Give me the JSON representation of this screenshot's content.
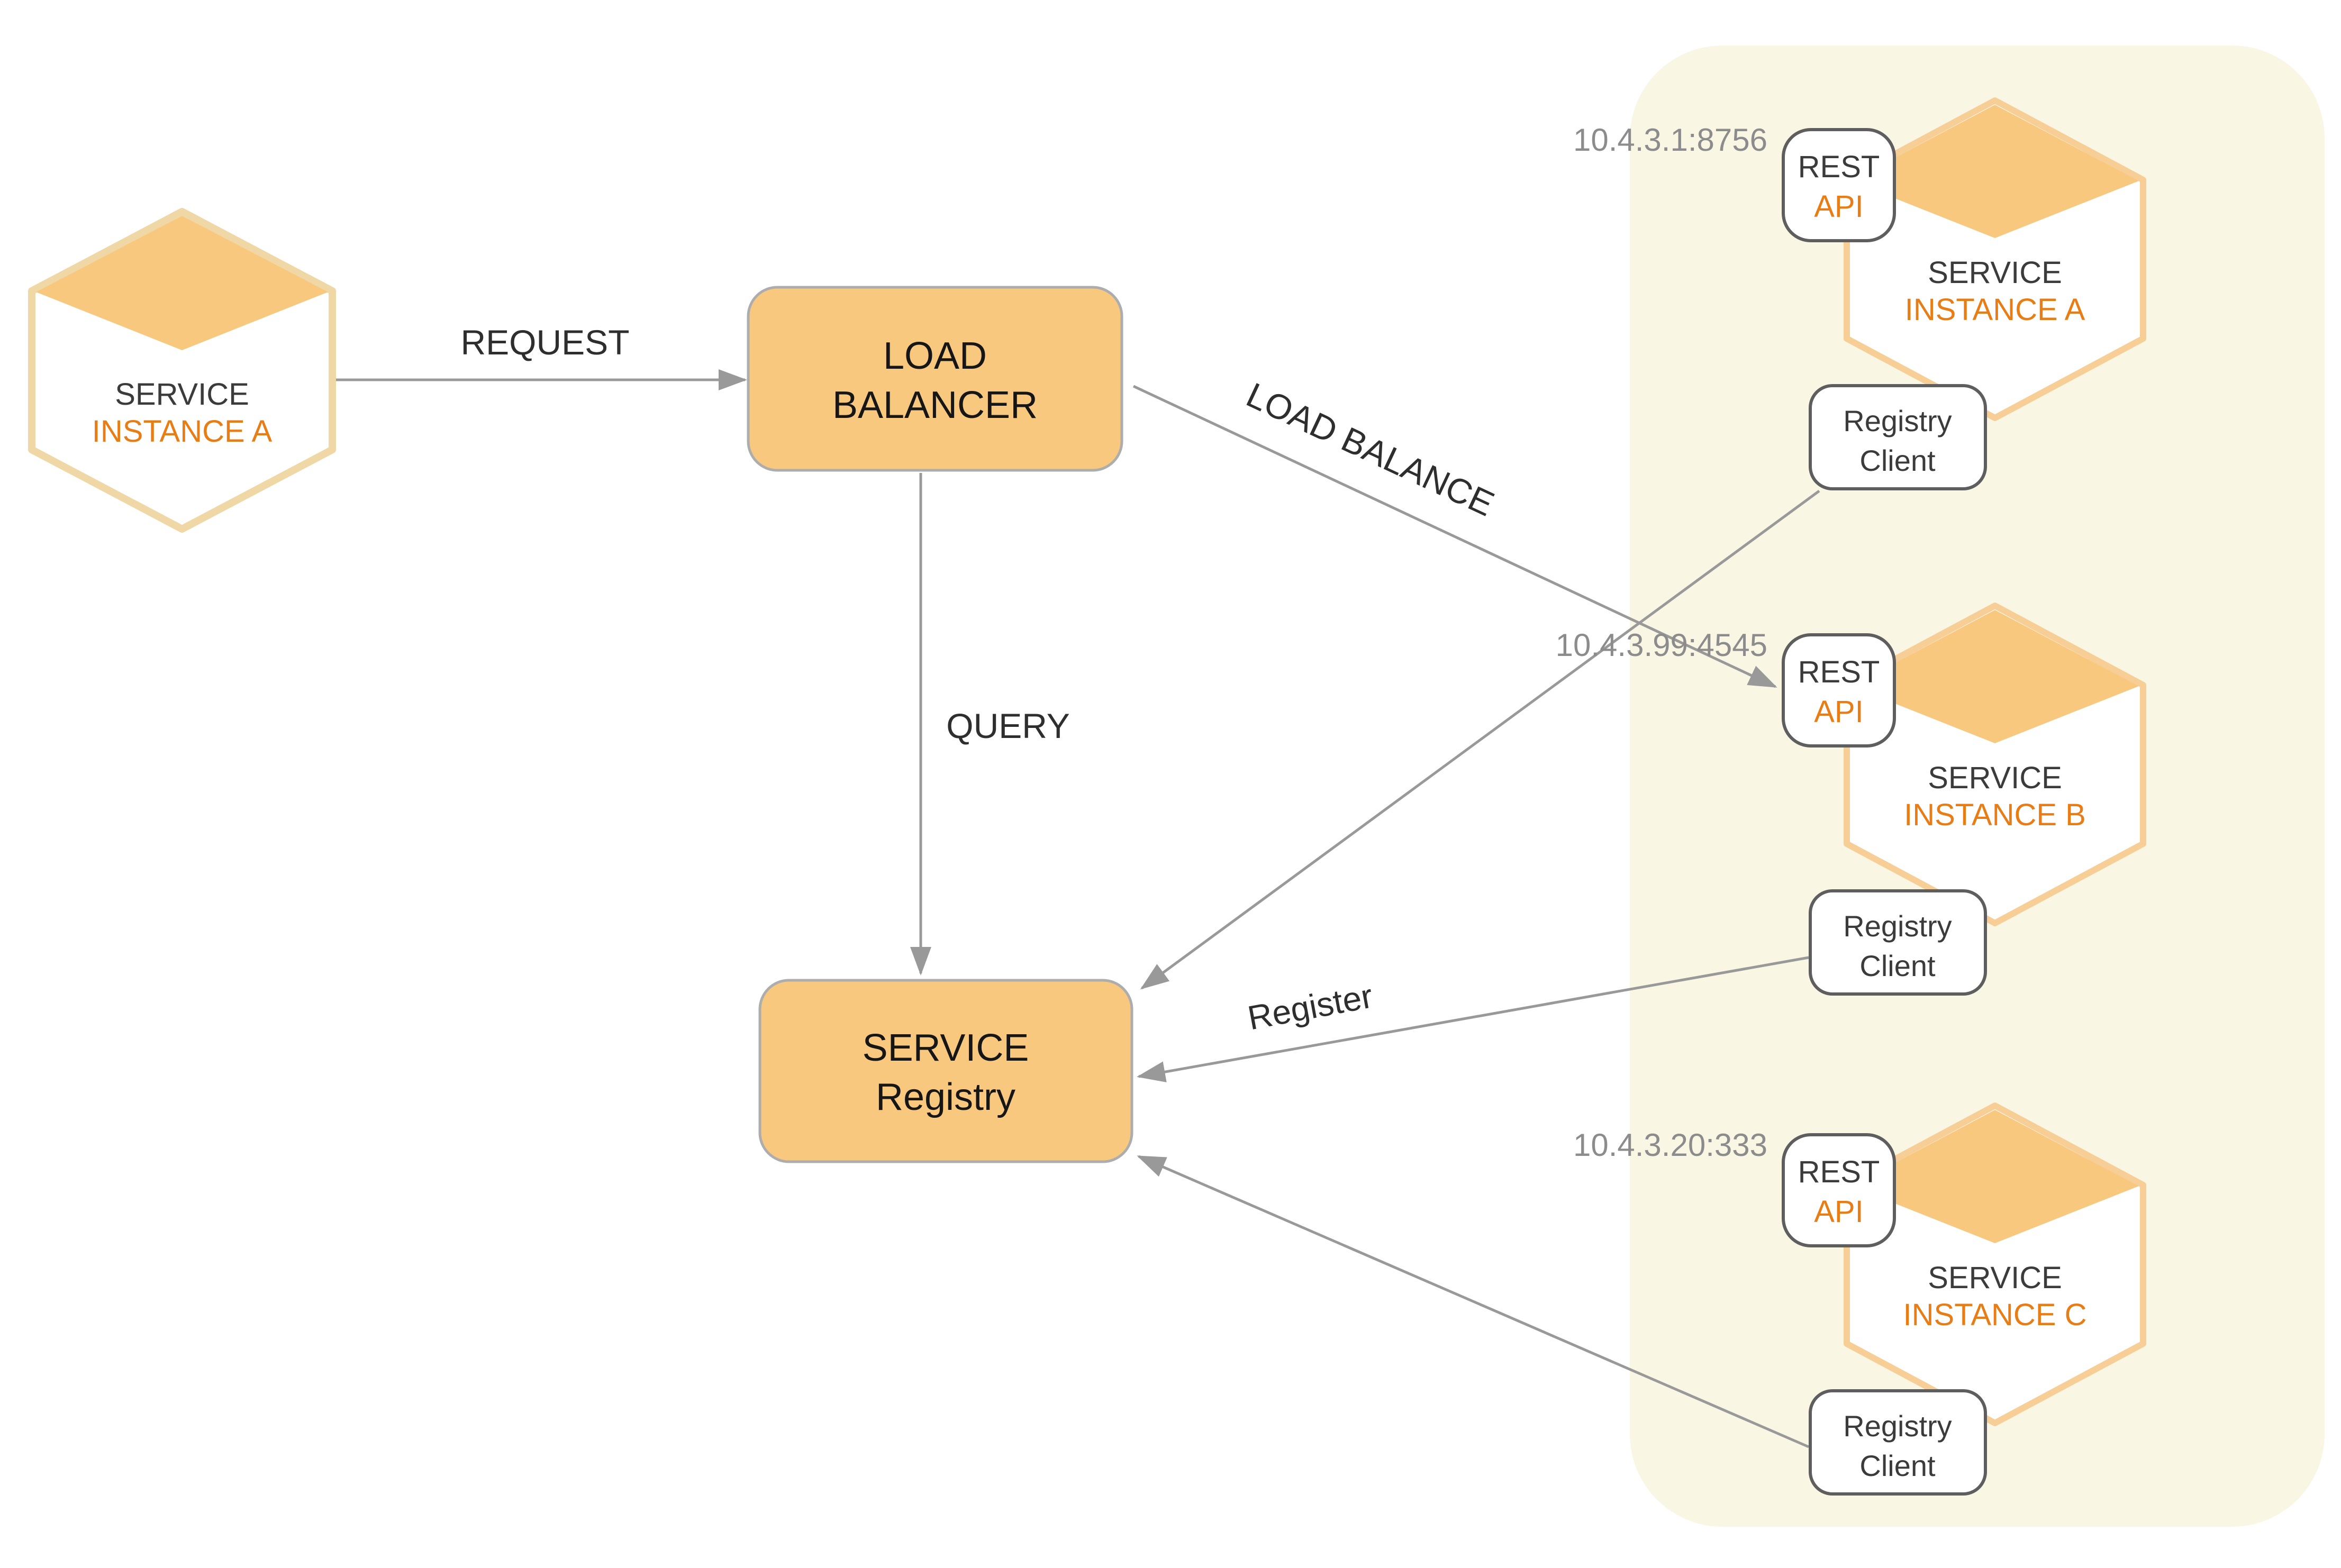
{
  "diagram": {
    "consumer": {
      "line1": "SERVICE",
      "line2": "INSTANCE A"
    },
    "load_balancer": {
      "line1": "LOAD",
      "line2": "BALANCER"
    },
    "service_registry": {
      "line1": "SERVICE",
      "line2": "Registry"
    },
    "edge_labels": {
      "request": "REQUEST",
      "query": "QUERY",
      "load_balance": "LOAD BALANCE",
      "register": "Register"
    },
    "instances": [
      {
        "ip": "10.4.3.1:8756",
        "service": "SERVICE",
        "instance": "INSTANCE A",
        "rest": "REST",
        "api": "API",
        "client1": "Registry",
        "client2": "Client"
      },
      {
        "ip": "10.4.3.99:4545",
        "service": "SERVICE",
        "instance": "INSTANCE B",
        "rest": "REST",
        "api": "API",
        "client1": "Registry",
        "client2": "Client"
      },
      {
        "ip": "10.4.3.20:333",
        "service": "SERVICE",
        "instance": "INSTANCE C",
        "rest": "REST",
        "api": "API",
        "client1": "Registry",
        "client2": "Client"
      }
    ],
    "colors": {
      "panel_bg": "#faf6e4",
      "node_orange": "#f9c87f",
      "hex_border_left": "#f0d8a6",
      "hex_border_instance": "#f6ce96",
      "big_box_border": "#adadad",
      "small_box_border": "#5e5e5e",
      "arrow_gray": "#999999",
      "text_dark": "#3b3b3b",
      "text_black": "#161616",
      "text_orange": "#e87d15",
      "ip_gray": "#8c8c8c"
    }
  }
}
